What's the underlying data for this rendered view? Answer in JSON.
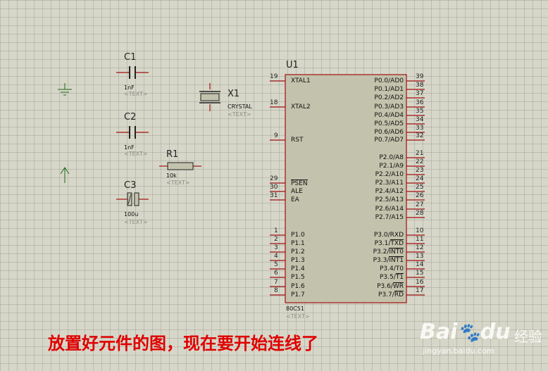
{
  "components": {
    "c1": {
      "ref": "C1",
      "value": "1nF",
      "text": "<TEXT>"
    },
    "c2": {
      "ref": "C2",
      "value": "1nF",
      "text": "<TEXT>"
    },
    "c3": {
      "ref": "C3",
      "value": "100u",
      "text": "<TEXT>"
    },
    "r1": {
      "ref": "R1",
      "value": "10k",
      "text": "<TEXT>"
    },
    "x1": {
      "ref": "X1",
      "value": "CRYSTAL",
      "text": "<TEXT>"
    },
    "u1": {
      "ref": "U1",
      "value": "80C51",
      "text": "<TEXT>"
    }
  },
  "u1_left_pins": [
    {
      "num": "19",
      "name": "XTAL1"
    },
    {
      "num": "18",
      "name": "XTAL2"
    },
    {
      "num": "9",
      "name": "RST"
    },
    {
      "num": "29",
      "name": "PSEN"
    },
    {
      "num": "30",
      "name": "ALE"
    },
    {
      "num": "31",
      "name": "EA"
    },
    {
      "num": "1",
      "name": "P1.0"
    },
    {
      "num": "2",
      "name": "P1.1"
    },
    {
      "num": "3",
      "name": "P1.2"
    },
    {
      "num": "4",
      "name": "P1.3"
    },
    {
      "num": "5",
      "name": "P1.4"
    },
    {
      "num": "6",
      "name": "P1.5"
    },
    {
      "num": "7",
      "name": "P1.6"
    },
    {
      "num": "8",
      "name": "P1.7"
    }
  ],
  "u1_right_pins": [
    {
      "num": "39",
      "name": "P0.0/AD0"
    },
    {
      "num": "38",
      "name": "P0.1/AD1"
    },
    {
      "num": "37",
      "name": "P0.2/AD2"
    },
    {
      "num": "36",
      "name": "P0.3/AD3"
    },
    {
      "num": "35",
      "name": "P0.4/AD4"
    },
    {
      "num": "34",
      "name": "P0.5/AD5"
    },
    {
      "num": "33",
      "name": "P0.6/AD6"
    },
    {
      "num": "32",
      "name": "P0.7/AD7"
    },
    {
      "num": "21",
      "name": "P2.0/A8"
    },
    {
      "num": "22",
      "name": "P2.1/A9"
    },
    {
      "num": "23",
      "name": "P2.2/A10"
    },
    {
      "num": "24",
      "name": "P2.3/A11"
    },
    {
      "num": "25",
      "name": "P2.4/A12"
    },
    {
      "num": "26",
      "name": "P2.5/A13"
    },
    {
      "num": "27",
      "name": "P2.6/A14"
    },
    {
      "num": "28",
      "name": "P2.7/A15"
    },
    {
      "num": "10",
      "name": "P3.0/RXD"
    },
    {
      "num": "11",
      "name": "P3.1/TXD"
    },
    {
      "num": "12",
      "name": "P3.2/INT0"
    },
    {
      "num": "13",
      "name": "P3.3/INT1"
    },
    {
      "num": "14",
      "name": "P3.4/T0"
    },
    {
      "num": "15",
      "name": "P3.5/T1"
    },
    {
      "num": "16",
      "name": "P3.6/WR"
    },
    {
      "num": "17",
      "name": "P3.7/RD"
    }
  ],
  "caption": "放置好元件的图，现在要开始连线了",
  "watermark": {
    "logo": "Bai",
    "logo2": "du",
    "brand": "经验",
    "url": "jingyan.baidu.com"
  },
  "colors": {
    "wire": "#a01010",
    "body": "#c3c2ac",
    "caption": "#e00000",
    "grid_bg": "#d7d7c9"
  }
}
